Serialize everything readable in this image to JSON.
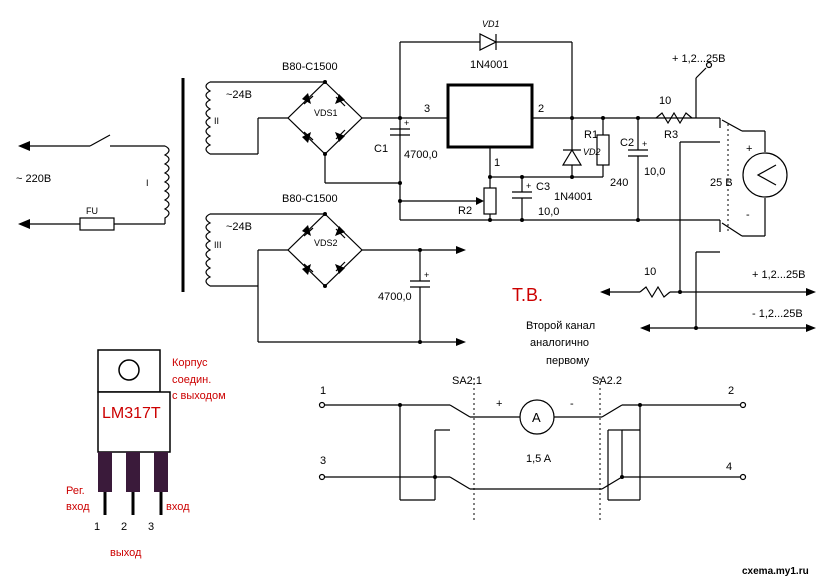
{
  "mains": {
    "voltage": "~ 220В",
    "fuse": "FU",
    "winding": "I"
  },
  "transformer": {
    "w2": {
      "name": "II",
      "voltage": "~24В"
    },
    "w3": {
      "name": "III",
      "voltage": "~24В"
    }
  },
  "bridges": {
    "b1": {
      "part": "B80-C1500",
      "ref": "VDS1"
    },
    "b2": {
      "part": "B80-C1500",
      "ref": "VDS2"
    }
  },
  "caps": {
    "c1": {
      "ref": "C1",
      "value": "4700,0",
      "plus": "+"
    },
    "c2": {
      "ref": "C2",
      "value": "10,0",
      "plus": "+"
    },
    "c3": {
      "ref": "C3",
      "value": "10,0",
      "plus": "+"
    },
    "c4": {
      "value": "4700,0",
      "plus": "+"
    }
  },
  "regulator": {
    "pin_in": "3",
    "pin_out": "2",
    "pin_adj": "1"
  },
  "diodes": {
    "vd1": {
      "ref": "VD1",
      "part": "1N4001"
    },
    "vd2": {
      "ref": "VD2",
      "part": "1N4001"
    }
  },
  "resistors": {
    "r1": {
      "ref": "R1",
      "value": "240"
    },
    "r2": {
      "ref": "R2"
    },
    "r3": {
      "ref": "R3",
      "value": "10"
    },
    "r4": {
      "value": "10"
    }
  },
  "voltmeter": {
    "label": "25 В",
    "plus": "+",
    "minus": "-"
  },
  "outputs": {
    "top": "+ 1,2...25В",
    "plus": "+ 1,2...25В",
    "minus": "- 1,2...25В"
  },
  "author": "Т.В.",
  "note": {
    "l1": "Второй канал",
    "l2": "аналогично",
    "l3": "первому"
  },
  "ammeter": {
    "label": "A",
    "value": "1,5 A",
    "plus": "+",
    "minus": "-"
  },
  "switches": {
    "sa21": "SA2.1",
    "sa22": "SA2.2"
  },
  "terminals": {
    "t1": "1",
    "t2": "2",
    "t3": "3",
    "t4": "4"
  },
  "lm317": {
    "name": "LM317T",
    "case_note": {
      "l1": "Корпус",
      "l2": "соедин.",
      "l3": "с выходом"
    },
    "pin1_label": {
      "l1": "Рег.",
      "l2": "вход"
    },
    "pin3_label": "вход",
    "pin2_label": "выход",
    "pins": {
      "p1": "1",
      "p2": "2",
      "p3": "3"
    }
  },
  "site": "cxema.my1.ru",
  "colors": {
    "red": "#cc0000",
    "pin": "#3a1a3a"
  }
}
